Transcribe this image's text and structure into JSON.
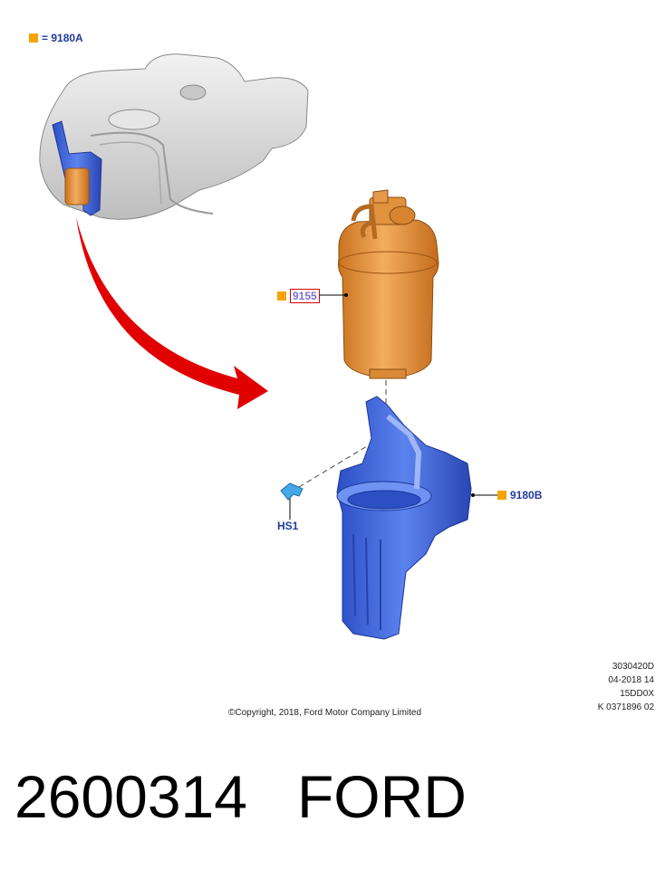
{
  "legend": {
    "label": "= 9180A",
    "marker_color": "#f5a300"
  },
  "callouts": {
    "filter": {
      "label": "9155",
      "marker_color": "#f5a300",
      "box_color": "#d40000"
    },
    "bracket": {
      "label": "9180B",
      "marker_color": "#f5a300"
    },
    "screw": {
      "label": "HS1"
    }
  },
  "codes": [
    "3030420D",
    "04-2018 14",
    "15DD0X",
    "K 0371896 02"
  ],
  "copyright": "©Copyright, 2018, Ford Motor Company Limited",
  "part_number": "2600314",
  "brand": "FORD",
  "colors": {
    "filter": "#e8963a",
    "bracket": "#3b63d9",
    "tank": "#d9d9d9",
    "arrow": "#e00000",
    "label": "#1f3a9e"
  },
  "icons": [
    "fuel-tank-icon",
    "fuel-filter-icon",
    "filter-bracket-icon",
    "screw-icon",
    "arrow-icon"
  ]
}
